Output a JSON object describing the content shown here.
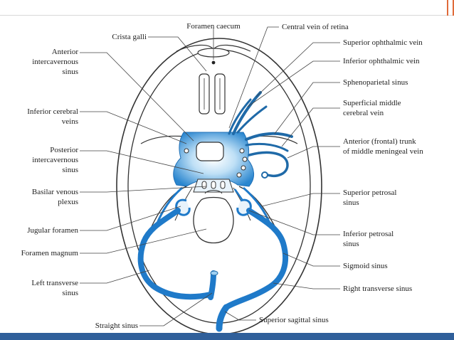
{
  "labels": {
    "foramen_caecum": "Foramen caecum",
    "crista_galli": "Crista galli",
    "anterior_intercavernous_sinus": "Anterior\nintercavernous\nsinus",
    "inferior_cerebral_veins": "Inferior cerebral\nveins",
    "posterior_intercavernous_sinus": "Posterior\nintercavernous\nsinus",
    "basilar_venous_plexus": "Basilar venous\nplexus",
    "jugular_foramen": "Jugular foramen",
    "foramen_magnum": "Foramen magnum",
    "left_transverse_sinus": "Left transverse\nsinus",
    "straight_sinus": "Straight sinus",
    "central_vein_of_retina": "Central vein of retina",
    "superior_ophthalmic_vein": "Superior ophthalmic vein",
    "inferior_ophthalmic_vein": "Inferior ophthalmic vein",
    "sphenoparietal_sinus": "Sphenoparietal sinus",
    "superficial_middle_cerebral_vein": "Superficial middle\ncerebral vein",
    "anterior_trunk_middle_meningeal_vein": "Anterior (frontal) trunk\nof middle meningeal vein",
    "superior_petrosal_sinus": "Superior petrosal\nsinus",
    "inferior_petrosal_sinus": "Inferior petrosal\nsinus",
    "sigmoid_sinus": "Sigmoid sinus",
    "right_transverse_sinus": "Right transverse sinus",
    "superior_sagittal_sinus": "Superior sagittal sinus"
  },
  "colors": {
    "sinus_blue": "#1f7ac9",
    "sinus_light": "#a9d3f0",
    "outline": "#333333",
    "leader": "#444444"
  }
}
